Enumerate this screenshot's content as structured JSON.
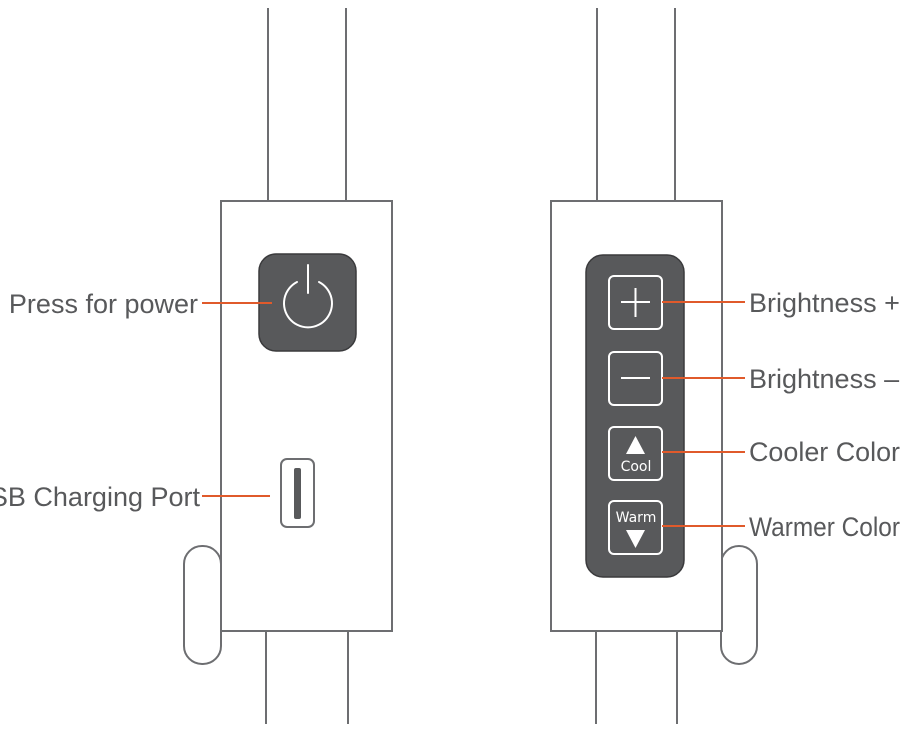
{
  "left_remote": {
    "power_label": "Press for power",
    "usb_label": "USB Charging Port"
  },
  "right_remote": {
    "brightness_up_label": "Brightness +",
    "brightness_down_label": "Brightness –",
    "cooler_label": "Cooler Color",
    "warmer_label": "Warmer Color",
    "cool_button_text": "Cool",
    "warm_button_text": "Warm"
  },
  "colors": {
    "line": "#58595b",
    "panel": "#58595b",
    "leader": "#e05a2b",
    "outline": "#6d6e71"
  },
  "icons": [
    "power-icon",
    "plus-icon",
    "minus-icon",
    "triangle-up-icon",
    "triangle-down-icon"
  ]
}
